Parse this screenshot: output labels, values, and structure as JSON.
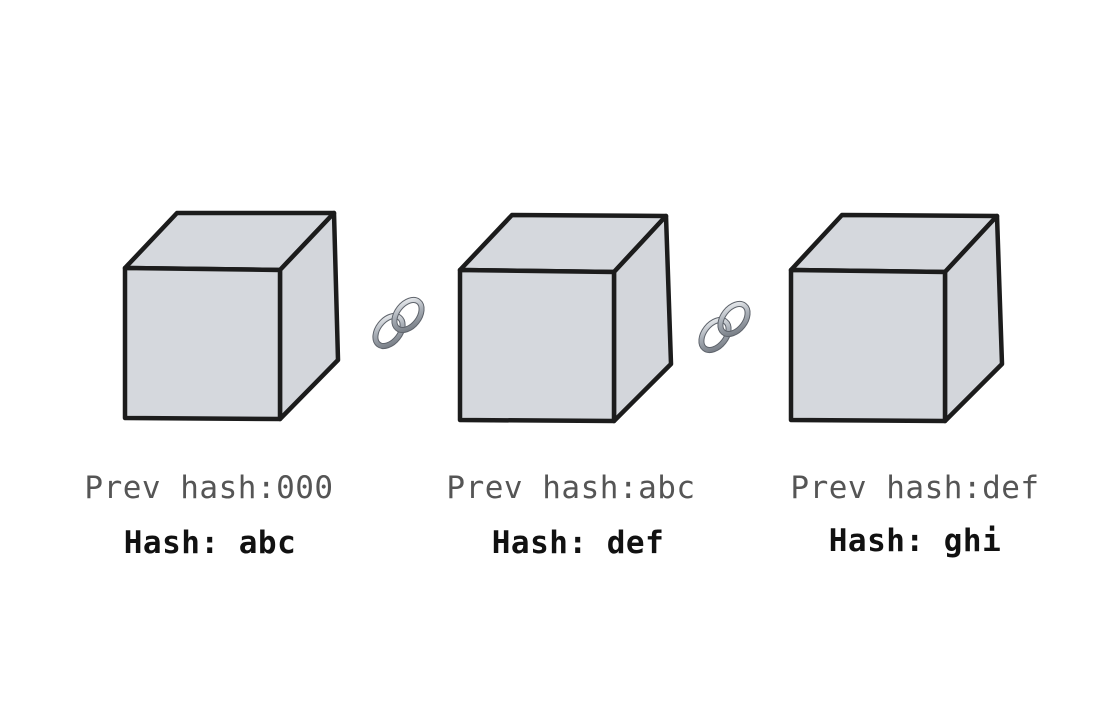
{
  "blocks": [
    {
      "prev_hash": "Prev hash:000",
      "hash": "Hash: abc"
    },
    {
      "prev_hash": "Prev hash:abc",
      "hash": "Hash: def"
    },
    {
      "prev_hash": "Prev hash:def",
      "hash": "Hash: ghi"
    }
  ],
  "colors": {
    "cube_face": "#d5d8dd",
    "cube_stroke": "#1c1c1c",
    "chain_metal": "#b9bec6"
  },
  "icons": {
    "link": "chain-link-icon"
  }
}
